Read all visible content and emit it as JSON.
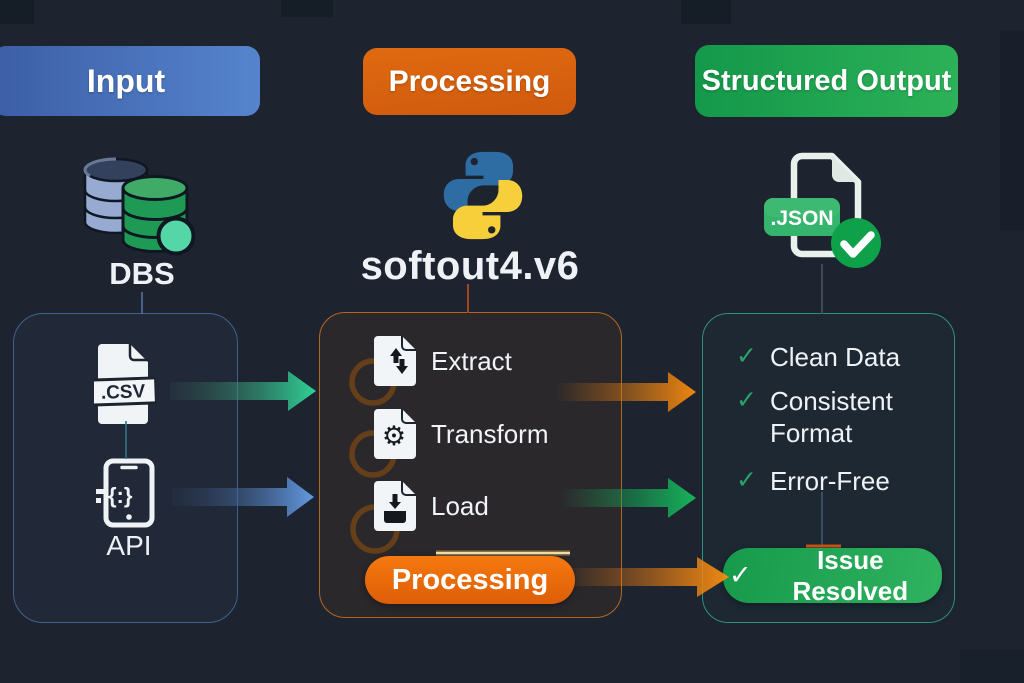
{
  "headers": {
    "input": "Input",
    "processing": "Processing",
    "output": "Structured Output"
  },
  "input_column": {
    "source_label": "DBS",
    "csv_label": ".CSV",
    "api_label": "API"
  },
  "processing_column": {
    "engine_label": "softout4.v6",
    "steps": [
      {
        "label": "Extract"
      },
      {
        "label": "Transform"
      },
      {
        "label": "Load"
      }
    ],
    "button_label": "Processing"
  },
  "output_column": {
    "file_badge": ".JSON",
    "check_glyph": "✓",
    "checklist": [
      {
        "label": "Clean Data"
      },
      {
        "label": "Consistent Format"
      },
      {
        "label": "Error-Free"
      }
    ],
    "button_label": "Issue Resolved"
  },
  "colors": {
    "background": "#1d2430",
    "input_accent": "#4a77c4",
    "processing_accent": "#e06a10",
    "output_accent": "#1ea44e",
    "arrow_teal": "#2fd398",
    "arrow_blue": "#639ae2",
    "arrow_orange": "#ef8610",
    "arrow_green": "#17b35a"
  }
}
